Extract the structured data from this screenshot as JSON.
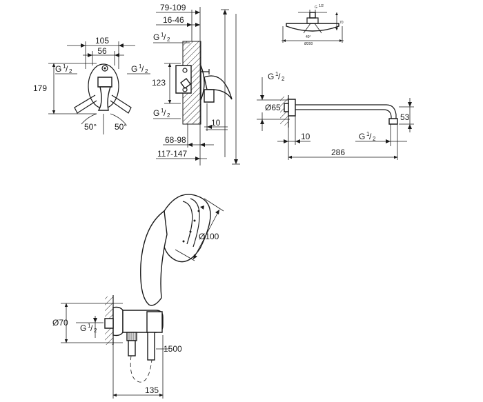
{
  "mixer_front": {
    "width_outer": "105",
    "width_inner": "56",
    "height": "179",
    "thread_left": "G",
    "thread_right": "G",
    "angle_left": "50°",
    "angle_right": "50°"
  },
  "mixer_side": {
    "depth_top": "79-109",
    "depth_wall": "16-46",
    "thread_top": "G",
    "thread_bottom": "G",
    "height_mid": "123",
    "wall_offset": "10",
    "depth_body": "68-98",
    "depth_total": "117-147"
  },
  "thread_fraction": {
    "num": "1",
    "den": "2"
  },
  "head_shower": {
    "thread": "G",
    "thread_frac": "1/2",
    "height": "70",
    "angle": "40°",
    "diameter": "Ø200"
  },
  "shower_arm": {
    "thread_top": "G",
    "diameter": "Ø65",
    "wall_offset": "10",
    "thread_end": "G",
    "drop": "53",
    "length": "286"
  },
  "hand_shower_set": {
    "head_diameter": "Ø100",
    "outlet_diameter": "Ø70",
    "thread": "G",
    "hose_length": "1500",
    "width": "135"
  }
}
